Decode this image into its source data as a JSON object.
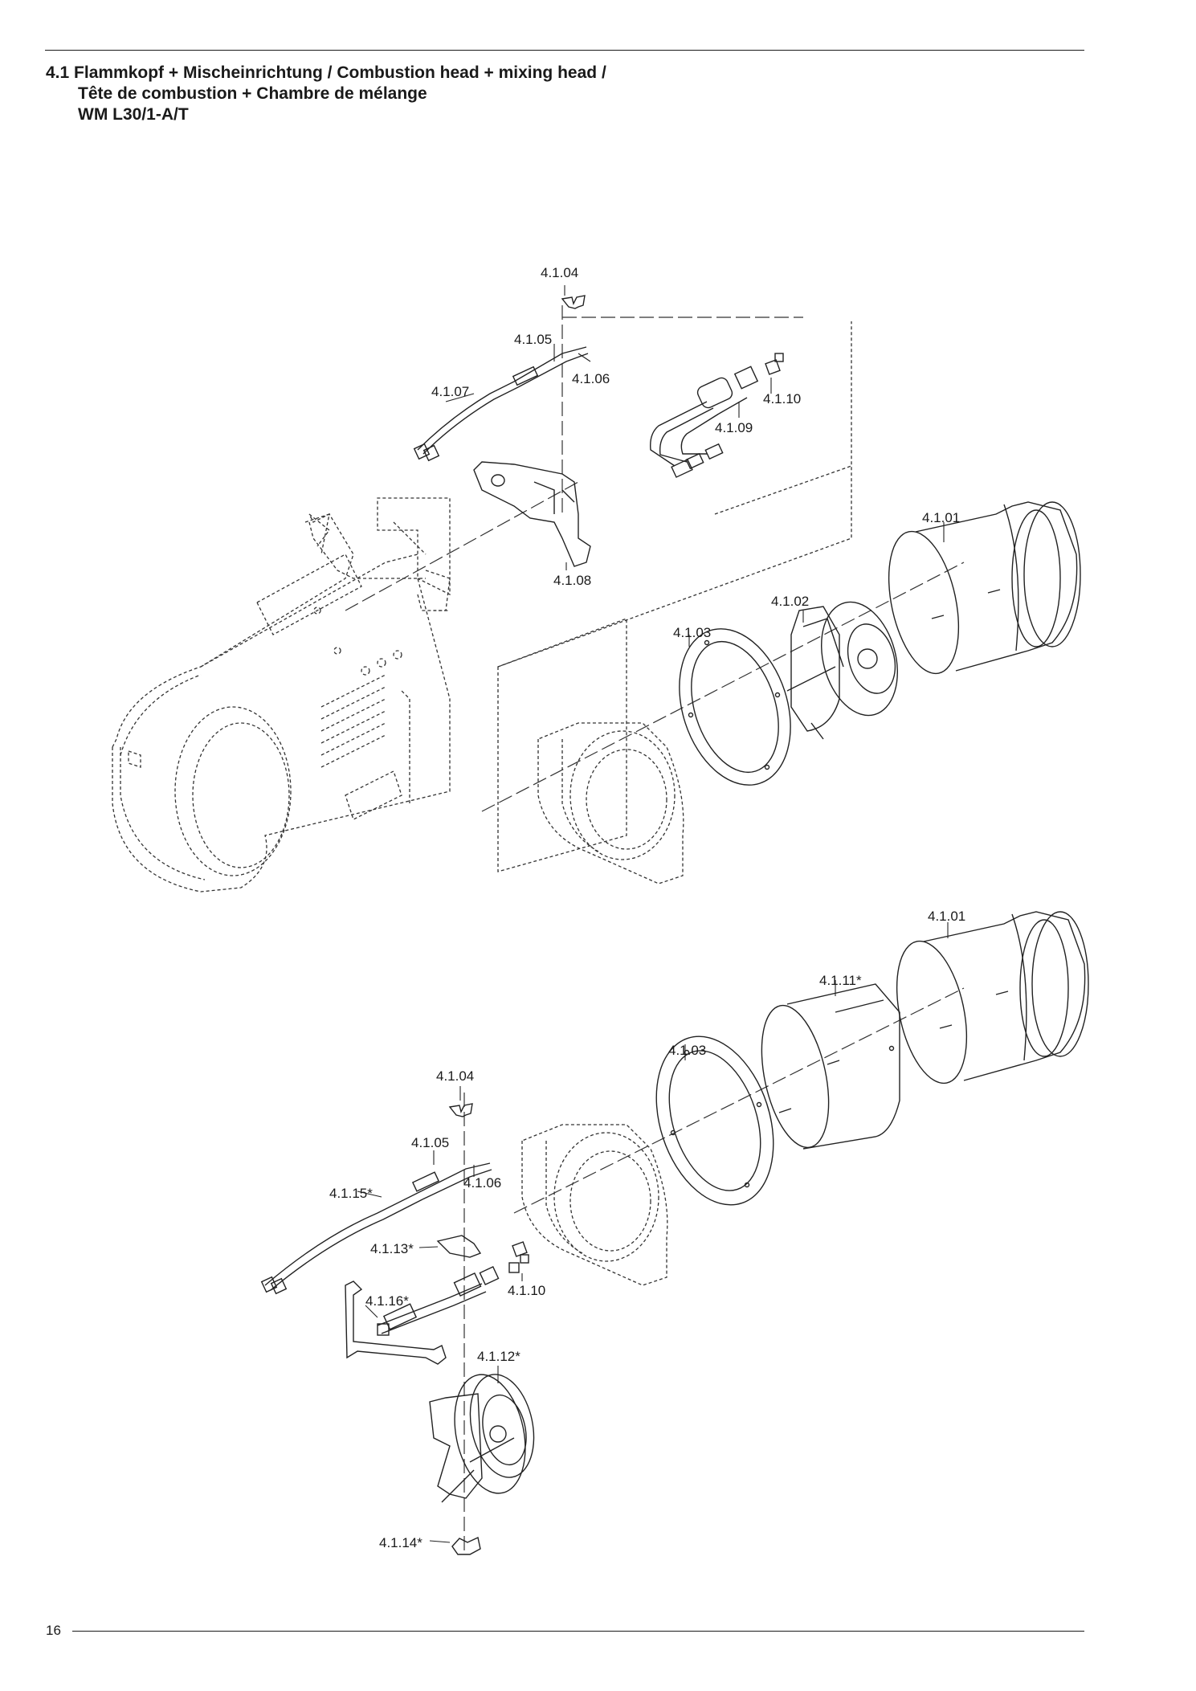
{
  "header": {
    "title_line1": "4.1 Flammkopf + Mischeinrichtung / Combustion head + mixing head /",
    "title_line2": "Tête de combustion + Chambre de mélange",
    "title_line3": "WM L30/1-A/T"
  },
  "footer": {
    "page_number": "16"
  },
  "labels": {
    "top": {
      "l_4_1_04": "4.1.04",
      "l_4_1_05": "4.1.05",
      "l_4_1_06": "4.1.06",
      "l_4_1_07": "4.1.07",
      "l_4_1_08": "4.1.08",
      "l_4_1_09": "4.1.09",
      "l_4_1_10": "4.1.10",
      "l_4_1_01": "4.1.01",
      "l_4_1_02": "4.1.02",
      "l_4_1_03": "4.1.03"
    },
    "bottom": {
      "l_4_1_01": "4.1.01",
      "l_4_1_11": "4.1.11*",
      "l_4_1_03": "4.1.03",
      "l_4_1_04": "4.1.04",
      "l_4_1_05": "4.1.05",
      "l_4_1_06": "4.1.06",
      "l_4_1_15": "4.1.15*",
      "l_4_1_13": "4.1.13*",
      "l_4_1_10": "4.1.10",
      "l_4_1_16": "4.1.16*",
      "l_4_1_12": "4.1.12*",
      "l_4_1_14": "4.1.14*"
    }
  }
}
